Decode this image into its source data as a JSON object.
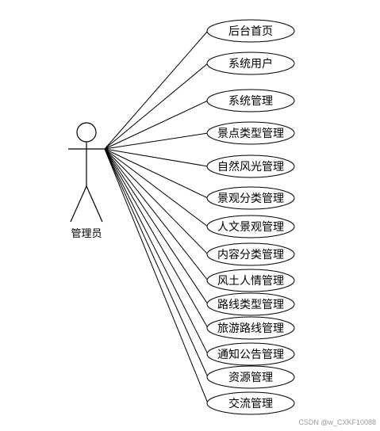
{
  "actor": {
    "label": "管理员"
  },
  "use_cases": [
    "后台首页",
    "系统用户",
    "系统管理",
    "景点类型管理",
    "自然风光管理",
    "景观分类管理",
    "人文景观管理",
    "内容分类管理",
    "风土人情管理",
    "路线类型管理",
    "旅游路线管理",
    "通知公告管理",
    "资源管理",
    "交流管理"
  ],
  "watermark": "CSDN @w_CXKF10088"
}
